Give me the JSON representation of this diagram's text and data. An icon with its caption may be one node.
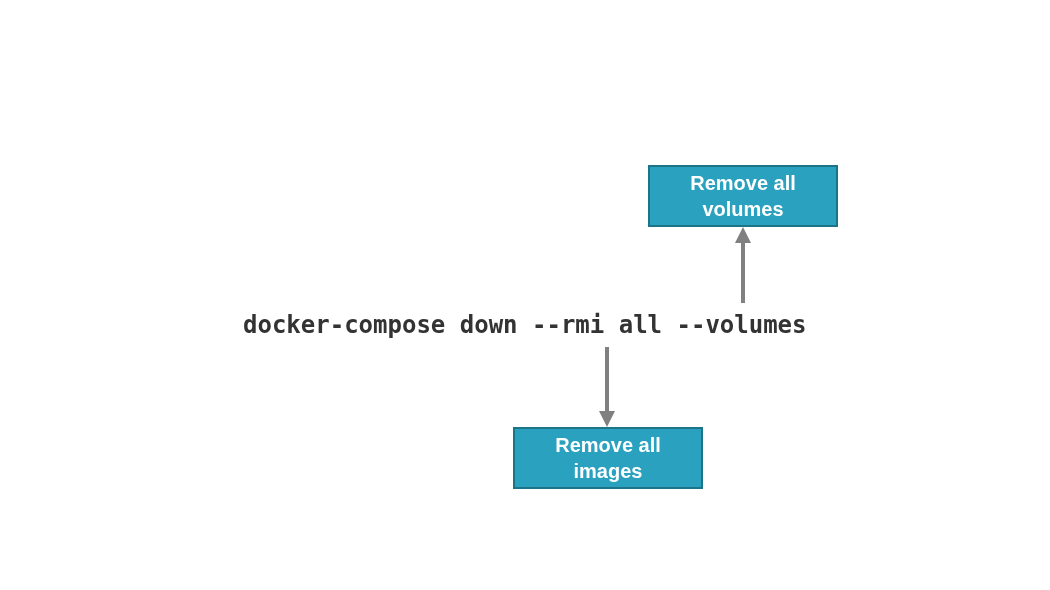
{
  "diagram": {
    "nodes": [
      {
        "text": [
          "Remove all volumes"
        ]
      },
      {
        "text": [
          "docker-compose down --rmi all --volumes"
        ]
      },
      {
        "text": [
          "Remove all images"
        ]
      }
    ],
    "edges": [
      {
        "from": 1,
        "to": 0,
        "arrow": "to"
      },
      {
        "from": 1,
        "to": 2,
        "arrow": "to"
      }
    ]
  }
}
